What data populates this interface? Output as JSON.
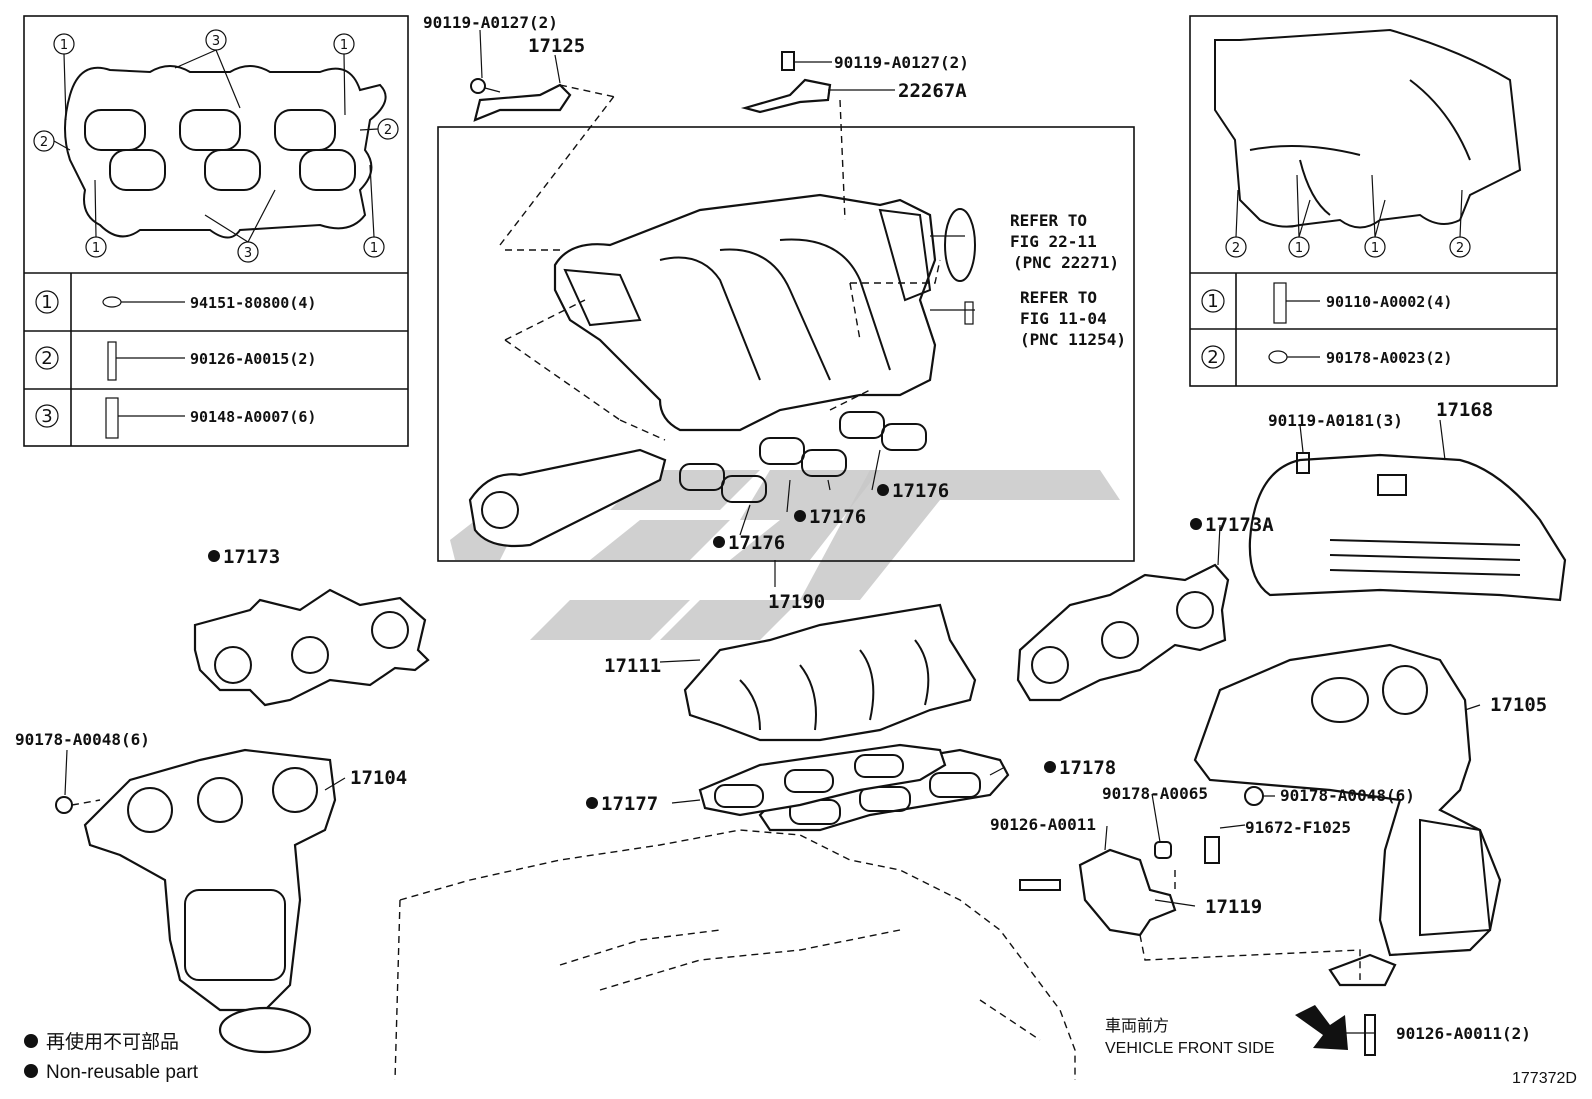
{
  "diagram_id": "177372D",
  "legend": {
    "jp": "再使用不可部品",
    "en": "Non-reusable part",
    "vehicle_front_jp": "車両前方",
    "vehicle_front_en": "VEHICLE FRONT SIDE"
  },
  "inset_left": {
    "callout_numbers": [
      "1",
      "2",
      "3"
    ],
    "table": [
      {
        "num": "1",
        "part": "94151-80800(4)"
      },
      {
        "num": "2",
        "part": "90126-A0015(2)"
      },
      {
        "num": "3",
        "part": "90148-A0007(6)"
      }
    ]
  },
  "inset_right": {
    "callout_numbers": [
      "1",
      "2"
    ],
    "table": [
      {
        "num": "1",
        "part": "90110-A0002(4)"
      },
      {
        "num": "2",
        "part": "90178-A0023(2)"
      }
    ]
  },
  "references": [
    {
      "line1": "REFER TO",
      "line2": "FIG 22-11",
      "line3": "(PNC 22271)"
    },
    {
      "line1": "REFER TO",
      "line2": "FIG 11-04",
      "line3": "(PNC 11254)"
    }
  ],
  "parts": {
    "p90119a0127_top_left": "90119-A0127(2)",
    "p17125": "17125",
    "p90119a0127_top": "90119-A0127(2)",
    "p22267a": "22267A",
    "p90119a0181": "90119-A0181(3)",
    "p17168": "17168",
    "p17173a": "17173A",
    "p17176_a": "17176",
    "p17176_b": "17176",
    "p17176_c": "17176",
    "p17190": "17190",
    "p17173": "17173",
    "p17111": "17111",
    "p17105": "17105",
    "p90178a0048_left": "90178-A0048(6)",
    "p17104": "17104",
    "p17178": "17178",
    "p17177": "17177",
    "p90178a0065": "90178-A0065",
    "p90178a0048_right": "90178-A0048(6)",
    "p90126a0011_mid": "90126-A0011",
    "p91672f1025": "91672-F1025",
    "p17119": "17119",
    "p90126a0011_bottom": "90126-A0011(2)"
  }
}
